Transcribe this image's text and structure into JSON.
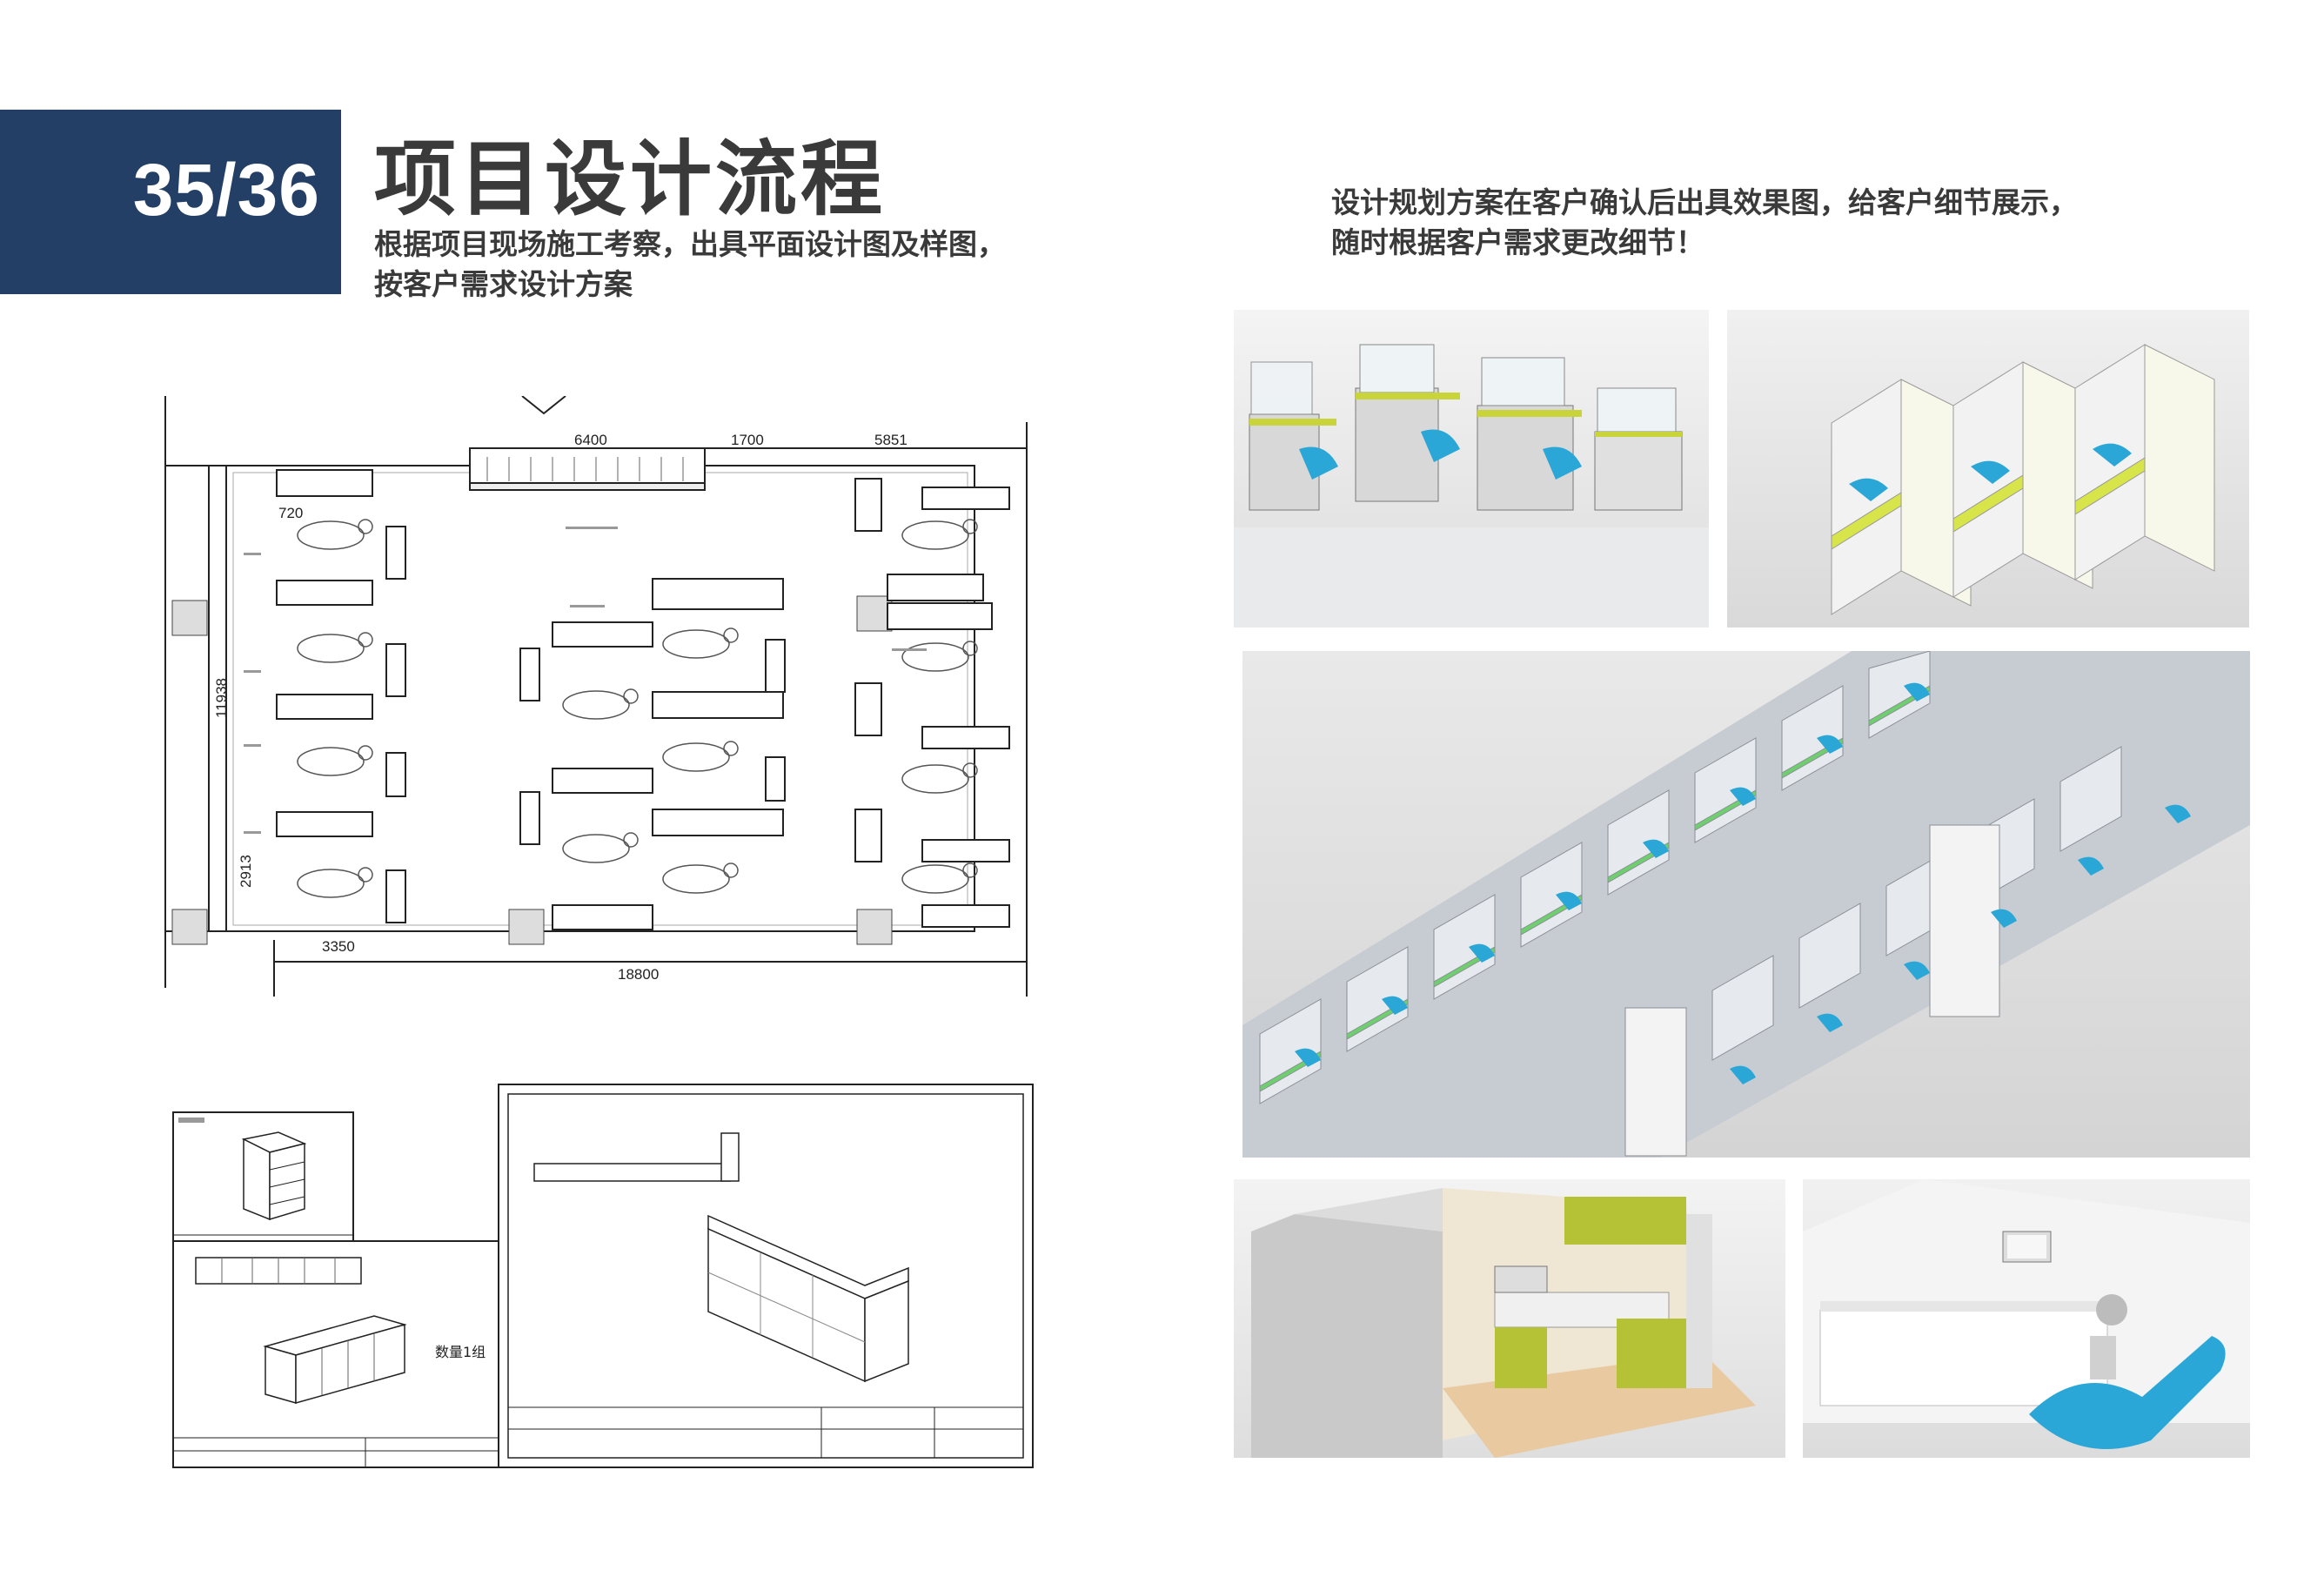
{
  "header": {
    "page_number": "35/36",
    "title": "项目设计流程"
  },
  "left_description": {
    "line1": "根据项目现场施工考察，出具平面设计图及样图，",
    "line2": "按客户需求设计方案"
  },
  "right_description": {
    "line1": "设计规划方案在客户确认后出具效果图，给客户细节展示，",
    "line2": "随时根据客户需求更改细节！"
  },
  "floor_plan": {
    "dimensions": {
      "top_left": "6400",
      "top_mid": "1700",
      "top_right": "5851",
      "left_small": "720",
      "height_main": "11938",
      "height_small": "2913",
      "bottom_left": "3350",
      "total_width": "18800"
    }
  },
  "cabinet_drawing": {
    "quantity_label": "数量1组"
  },
  "colors": {
    "badge_bg": "#233f66",
    "accent_yellow_green": "#c9d43a",
    "accent_green": "#6fcf6f",
    "chair_cyan": "#2aa7d6"
  }
}
